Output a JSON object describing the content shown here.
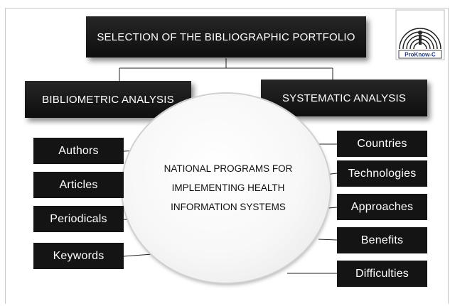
{
  "title": "SELECTION OF THE BIBLIOGRAPHIC PORTFOLIO",
  "logo_text": "ProKnow-C",
  "left_branch": {
    "title": "BIBLIOMETRIC ANALYSIS",
    "items": [
      "Authors",
      "Articles",
      "Periodicals",
      "Keywords"
    ]
  },
  "right_branch": {
    "title": "SYSTEMATIC ANALYSIS",
    "items": [
      "Countries",
      "Technologies",
      "Approaches",
      "Benefits",
      "Difficulties"
    ]
  },
  "center": {
    "lines": [
      "NATIONAL PROGRAMS FOR",
      "IMPLEMENTING HEALTH",
      "INFORMATION SYSTEMS"
    ]
  },
  "colors": {
    "box_fill": "#141414",
    "box_text": "#ffffff",
    "circle_fill": "#f5f5f5"
  }
}
